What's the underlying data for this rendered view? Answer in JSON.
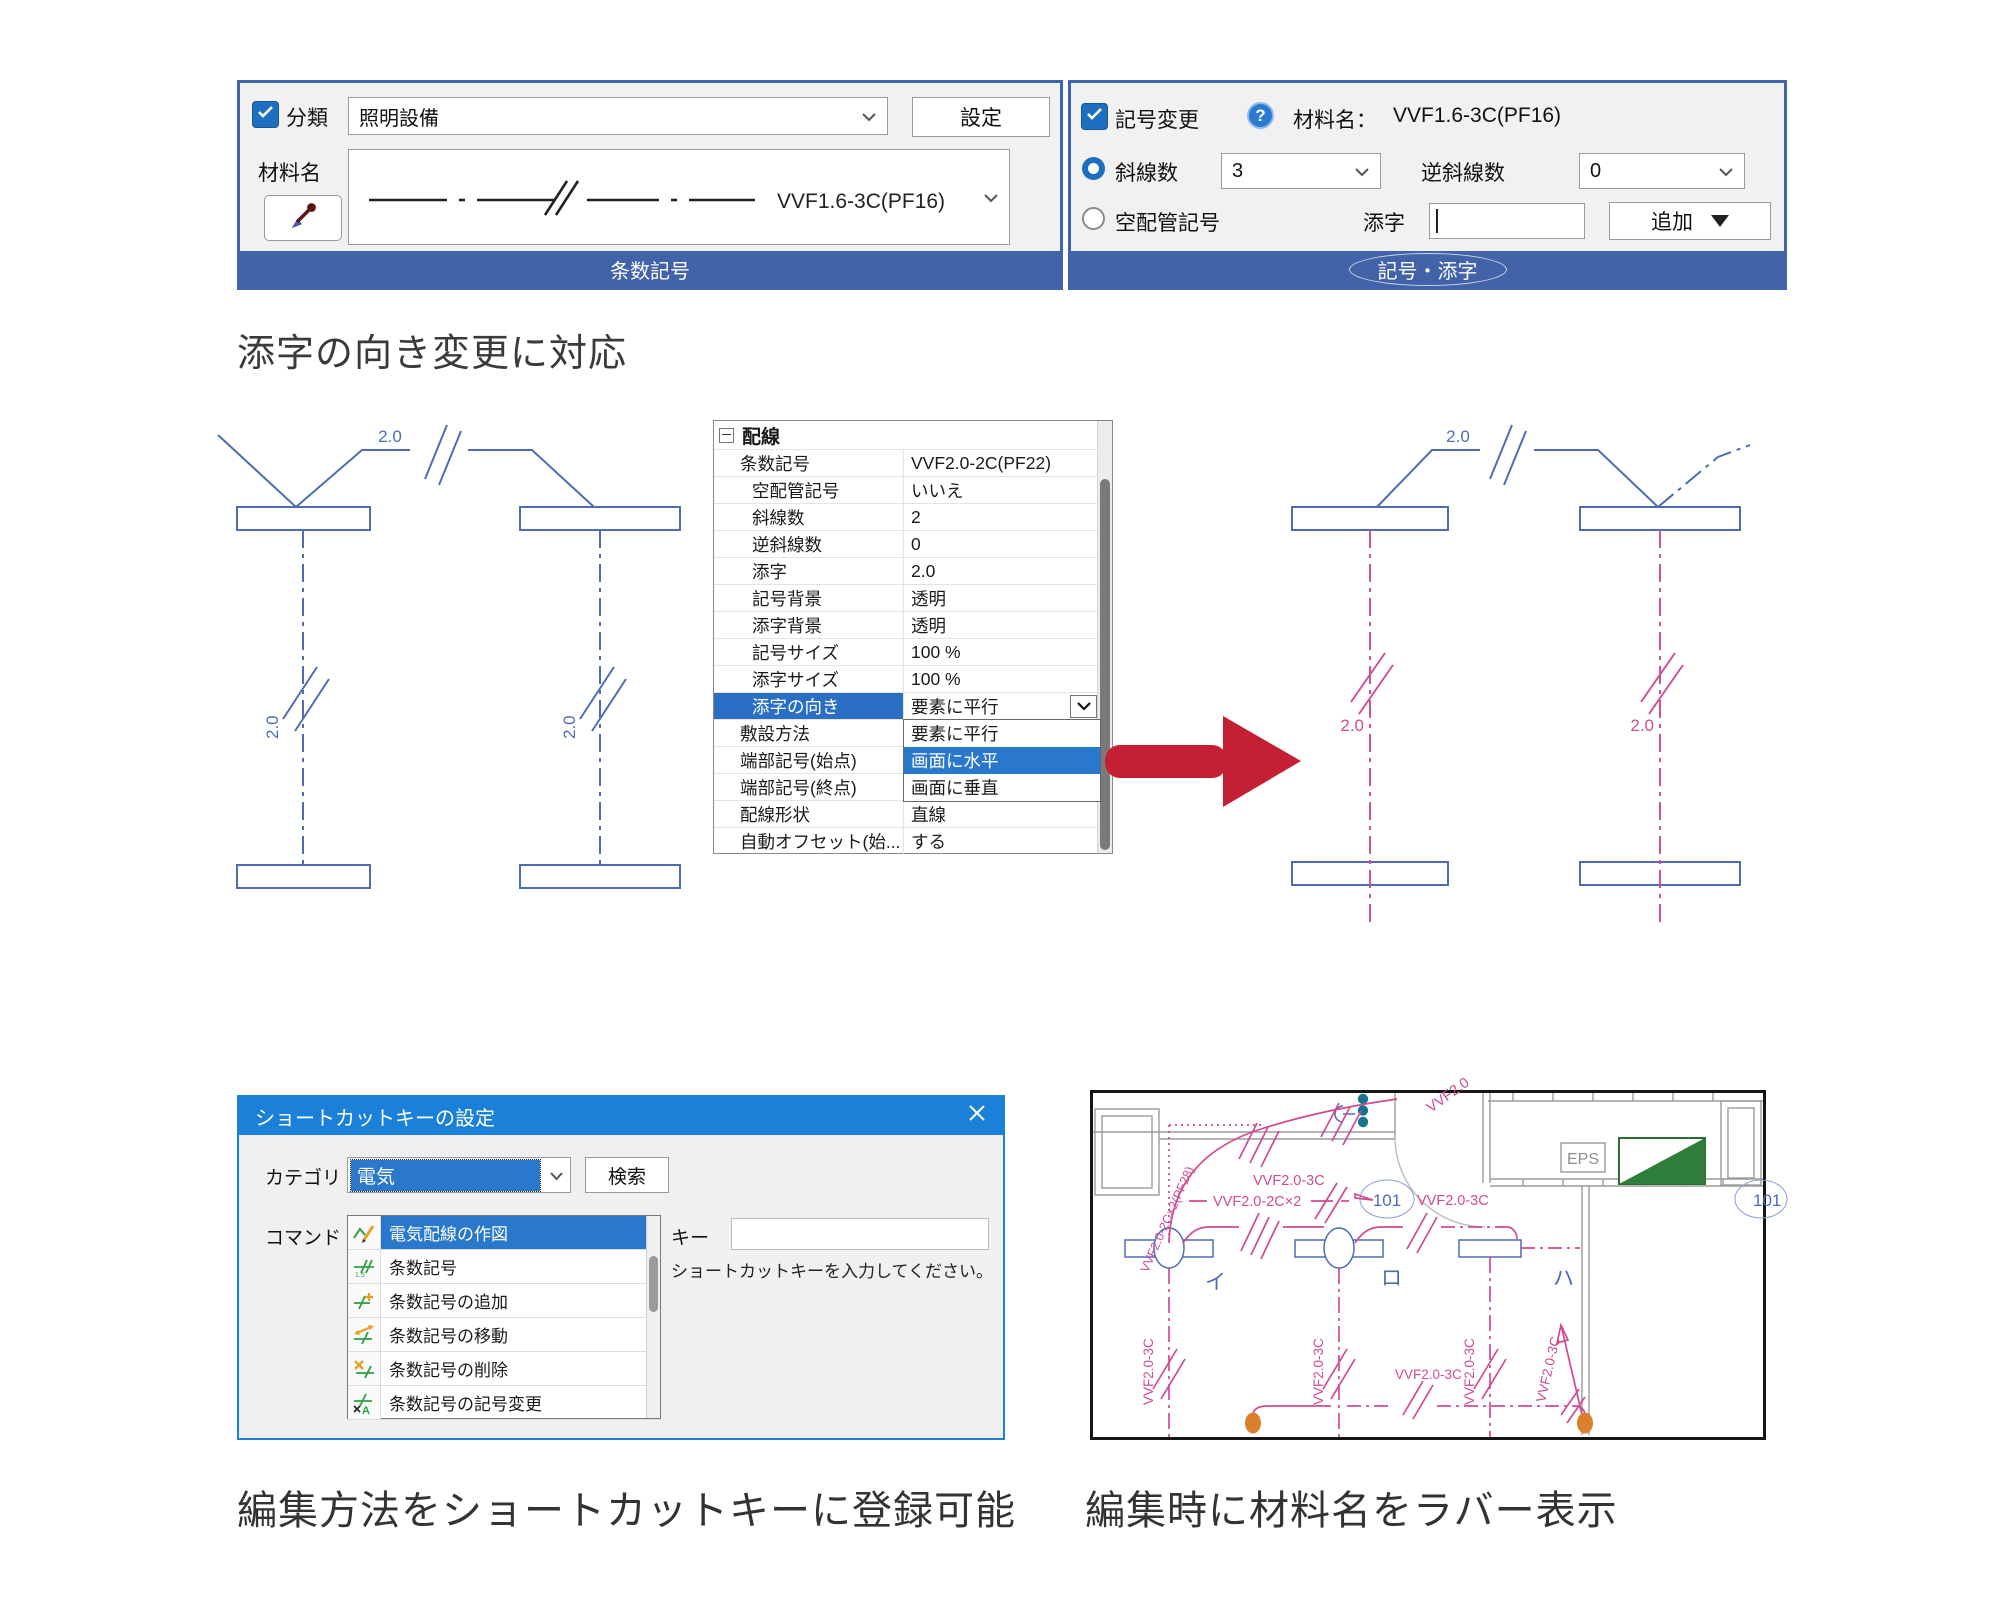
{
  "toolbar_joushuu": {
    "classification_label": "分類",
    "classification_value": "照明設備",
    "settings_button": "設定",
    "material_label": "材料名",
    "material_value": "VVF1.6-3C(PF16)",
    "footer": "条数記号"
  },
  "toolbar_kigou": {
    "symbol_change_label": "記号変更",
    "material_name_label": "材料名：",
    "material_name_value": "VVF1.6-3C(PF16)",
    "slash_label": "斜線数",
    "slash_value": "3",
    "reverse_slash_label": "逆斜線数",
    "reverse_slash_value": "0",
    "empty_conduit_label": "空配管記号",
    "subscript_label": "添字",
    "subscript_value": "",
    "add_button": "追加",
    "footer": "記号・添字"
  },
  "heading": "添字の向き変更に対応",
  "properties": {
    "group": "配線",
    "rows": [
      {
        "label": "条数記号",
        "value": "VVF2.0-2C(PF22)"
      },
      {
        "label": "空配管記号",
        "value": "いいえ"
      },
      {
        "label": "斜線数",
        "value": "2"
      },
      {
        "label": "逆斜線数",
        "value": "0"
      },
      {
        "label": "添字",
        "value": "2.0"
      },
      {
        "label": "記号背景",
        "value": "透明"
      },
      {
        "label": "添字背景",
        "value": "透明"
      },
      {
        "label": "記号サイズ",
        "value": "100 %"
      },
      {
        "label": "添字サイズ",
        "value": "100 %"
      },
      {
        "label": "添字の向き",
        "value": "要素に平行"
      },
      {
        "label": "敷設方法",
        "value": ""
      },
      {
        "label": "端部記号(始点)",
        "value": ""
      },
      {
        "label": "端部記号(終点)",
        "value": ""
      },
      {
        "label": "配線形状",
        "value": "直線"
      },
      {
        "label": "自動オフセット(始...",
        "value": "する"
      }
    ],
    "dropdown_options": [
      "要素に平行",
      "画面に水平",
      "画面に垂直"
    ],
    "dropdown_highlighted": "画面に水平"
  },
  "cad_before": {
    "top_label": "2.0",
    "left_label": "2.0",
    "right_label": "2.0"
  },
  "cad_after": {
    "top_label": "2.0",
    "left_label": "2.0",
    "right_label": "2.0"
  },
  "shortcut_dialog": {
    "title": "ショートカットキーの設定",
    "category_label": "カテゴリ",
    "category_value": "電気",
    "search_button": "検索",
    "command_label": "コマンド",
    "commands": [
      "電気配線の作図",
      "条数記号",
      "条数記号の追加",
      "条数記号の移動",
      "条数記号の削除",
      "条数記号の記号変更"
    ],
    "key_label": "キー",
    "key_value": "",
    "key_hint": "ショートカットキーを入力してください。"
  },
  "floor_plan": {
    "labels": {
      "vvf_top": "VVF2.0",
      "vvf_pf28": "VVF2.0-2C×2(PF28)",
      "vvf_3c_a": "VVF2.0-3C",
      "vvf_2cx2": "VVF2.0-2C×2",
      "room_101a": "101",
      "vvf_3c_b": "VVF2.0-3C",
      "eps": "EPS",
      "ka_i": "イ",
      "ka_ro": "ロ",
      "ka_ha": "ハ",
      "vvf_3c_v1": "VVF2.0-3C",
      "vvf_3c_v2": "VVF2.0-3C",
      "vvf_3c_v3": "VVF2.0-3C",
      "vvf_3c_h": "VVF2.0-3C",
      "vvf_3c_diag": "VVF2.0-3C",
      "room_101b": "101"
    }
  },
  "caption_left": "編集方法をショートカットキーに登録可能",
  "caption_right": "編集時に材料名をラバー表示"
}
